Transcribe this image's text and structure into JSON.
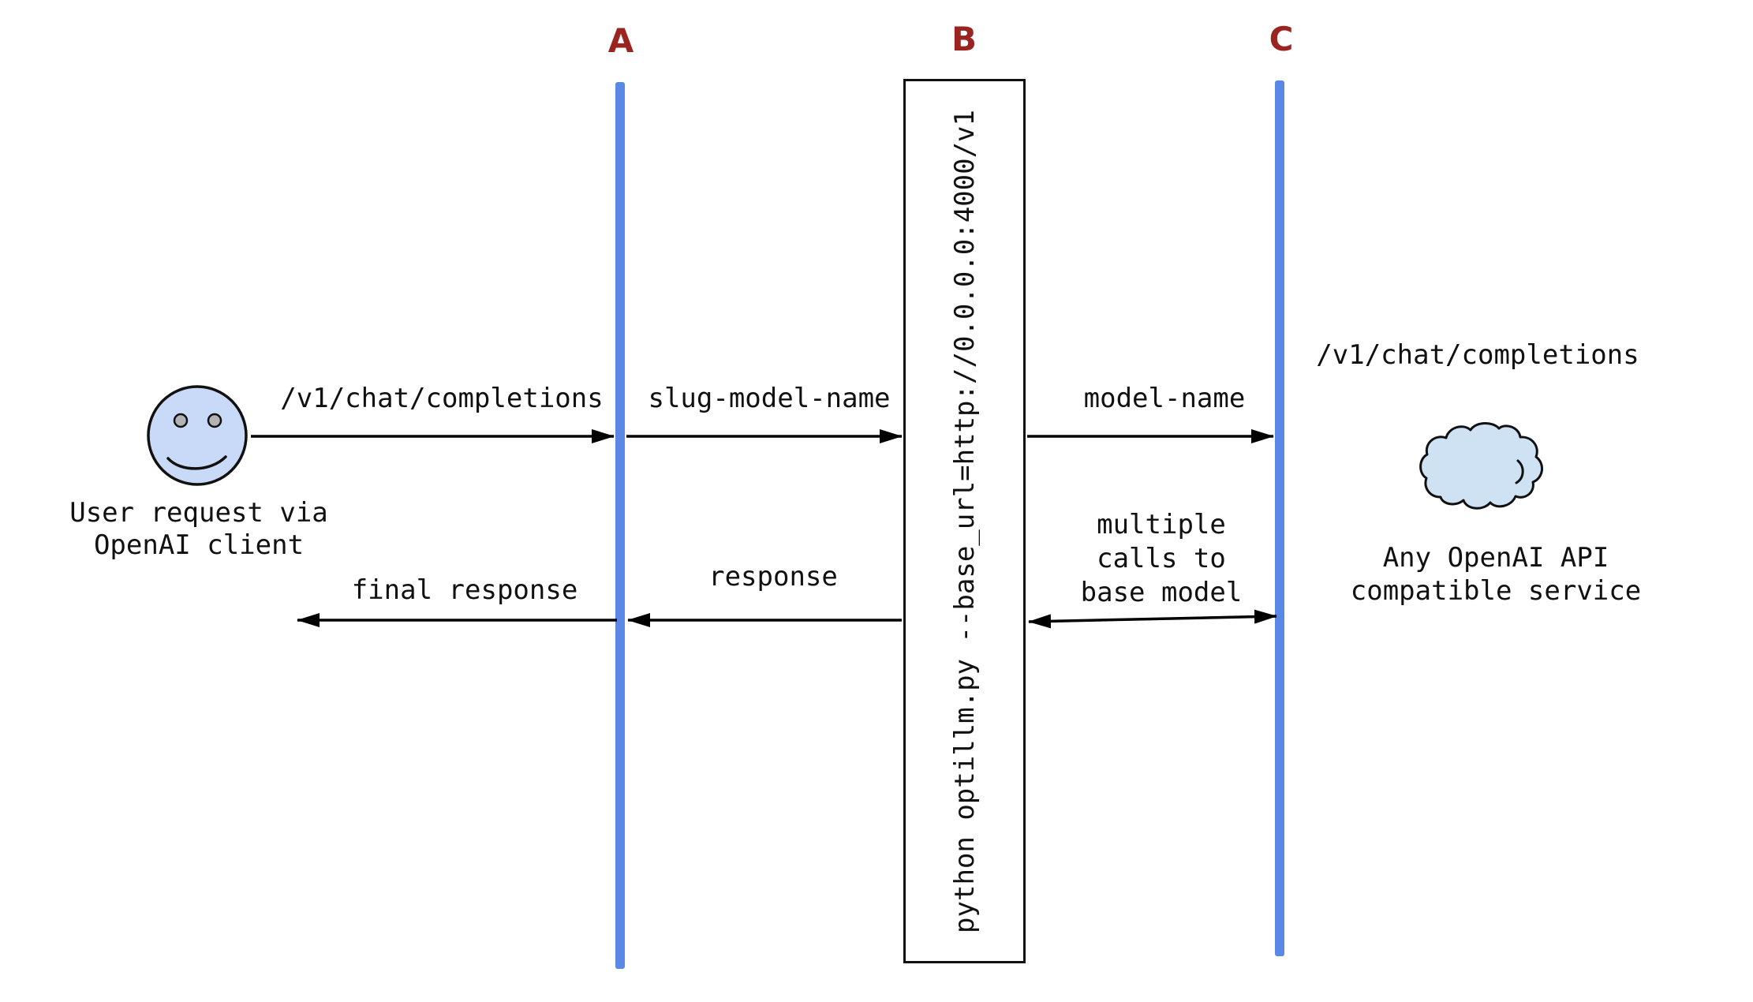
{
  "lifeline_labels": {
    "a": "A",
    "b": "B",
    "c": "C"
  },
  "proxy_box": {
    "command": "python optillm.py --base_url=http://0.0.0.0:4000/v1"
  },
  "user_actor": {
    "icon": "smiley-face-icon",
    "caption_line1": "User request via",
    "caption_line2": "OpenAI client"
  },
  "service_actor": {
    "icon": "cloud-icon",
    "endpoint": "/v1/chat/completions",
    "caption_line1": "Any OpenAI API",
    "caption_line2": "compatible service"
  },
  "messages": {
    "request": "/v1/chat/completions",
    "slug_model_name": "slug-model-name",
    "model_name": "model-name",
    "response": "response",
    "final_response": "final response",
    "multiple_calls_line1": "multiple",
    "multiple_calls_line2": "calls to",
    "multiple_calls_line3": "base model"
  },
  "colors": {
    "lifeline": "#5b87e5",
    "label_accent": "#992420",
    "text": "#111111",
    "arrow": "#000000",
    "actor_fill": "#c9daf8",
    "eye_fill": "#b3b3b3",
    "cloud_fill": "#cfe2f3",
    "outline": "#111111",
    "box_border": "#111111",
    "background": "#ffffff"
  }
}
